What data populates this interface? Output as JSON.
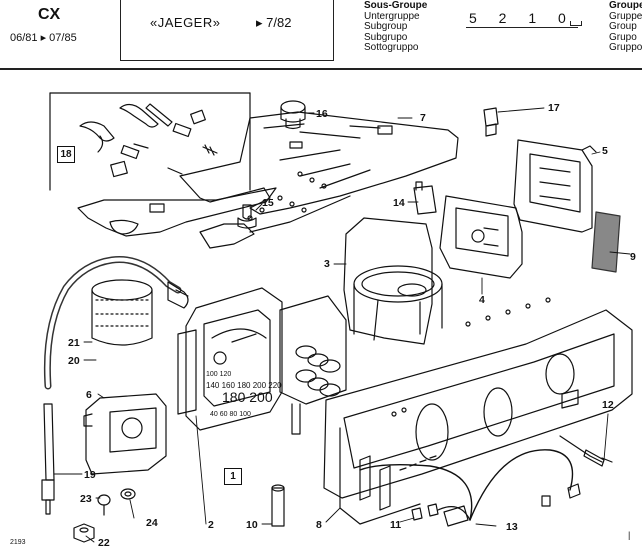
{
  "header": {
    "model": "CX",
    "years": "06/81 ▸ 07/85",
    "brand": "«JAEGER»",
    "brand_date": "▸ 7/82",
    "subgroup_labels": [
      "Sous-Groupe",
      "Untergruppe",
      "Subgroup",
      "Subgrupo",
      "Sottogruppo"
    ],
    "group_code": "5 2 1 0",
    "group_labels": [
      "Groupe",
      "Gruppe",
      "Group",
      "Grupo",
      "Gruppo"
    ]
  },
  "callouts": {
    "c1": "1",
    "c2": "2",
    "c3": "3",
    "c4": "4",
    "c5": "5",
    "c6": "6",
    "c7": "7",
    "c8": "8",
    "c9": "9",
    "c10": "10",
    "c11": "11",
    "c12": "12",
    "c13": "13",
    "c14": "14",
    "c15": "15",
    "c16": "16",
    "c17": "17",
    "c18": "18",
    "c19": "19",
    "c20": "20",
    "c21": "21",
    "c22": "22",
    "c23": "23",
    "c24": "24"
  },
  "gauge_text": {
    "scale_small": "140 160 180 200 220",
    "scale_large": "180 200",
    "scale_low": "100 120",
    "scale_bottom": "40 60 80 100"
  },
  "footer": {
    "page_ref": "2193",
    "corner": "|"
  }
}
